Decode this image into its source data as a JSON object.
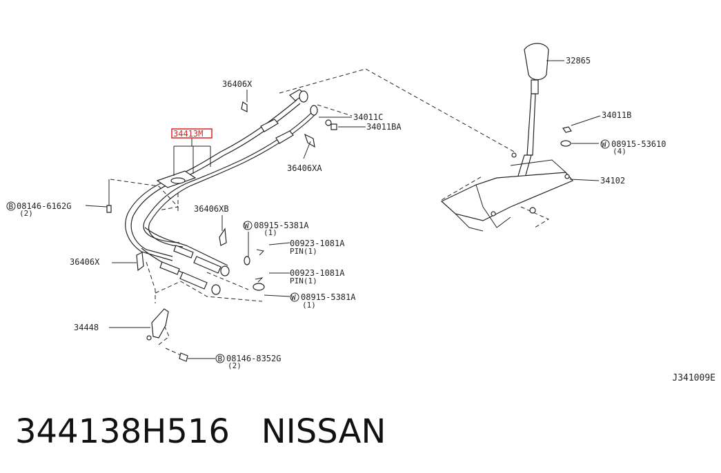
{
  "labels": {
    "p36406X_top": "36406X",
    "p34413M": "34413M",
    "p34011C": "34011C",
    "p34011BA": "34011BA",
    "p36406XA": "36406XA",
    "p32865": "32865",
    "p34011B": "34011B",
    "p08915_53610": "08915-53610",
    "p08915_53610_qty": "(4)",
    "p34102": "34102",
    "p08146_6162G": "08146-6162G",
    "p08146_6162G_qty": "(2)",
    "p36406XB": "36406XB",
    "p08915_5381A_top": "08915-5381A",
    "p08915_5381A_top_qty": "(1)",
    "p00923_top": "00923-1081A",
    "p00923_top_pin": "PIN(1)",
    "p36406X_left": "36406X",
    "p00923_bot": "00923-1081A",
    "p00923_bot_pin": "PIN(1)",
    "p08915_5381A_bot": "08915-5381A",
    "p08915_5381A_bot_qty": "(1)",
    "p34448": "34448",
    "p08146_8352G": "08146-8352G",
    "p08146_8352G_qty": "(2)"
  },
  "symbols": {
    "bolt": "B",
    "washer": "W"
  },
  "drawing_code": "J341009E",
  "footer": {
    "part_number": "344138H516",
    "brand": "NISSAN"
  },
  "highlight_color": "#e02020"
}
